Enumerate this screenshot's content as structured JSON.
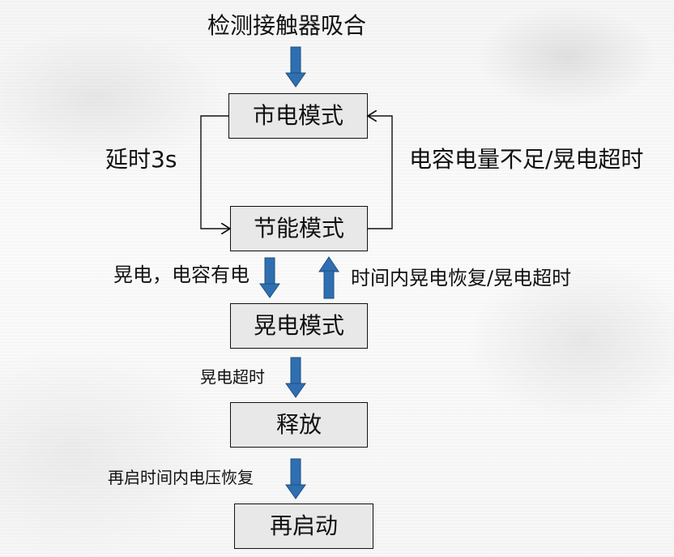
{
  "diagram": {
    "top_label": "检测接触器吸合",
    "nodes": {
      "mains": "市电模式",
      "energy_saving": "节能模式",
      "sag": "晃电模式",
      "release": "释放",
      "restart": "再启动"
    },
    "edge_labels": {
      "delay": "延时3s",
      "capacitor_low_timeout": "电容电量不足/晃电超时",
      "sag_cap_ok": "晃电，电容有电",
      "recover_or_timeout": "时间内晃电恢复/晃电超时",
      "sag_timeout": "晃电超时",
      "voltage_recovered": "再启时间内电压恢复"
    },
    "colors": {
      "arrow_blue": "#2f6fb1",
      "arrow_outline": "#1f4f80",
      "box_fill": "#e8e8e8",
      "line": "#111111"
    }
  }
}
